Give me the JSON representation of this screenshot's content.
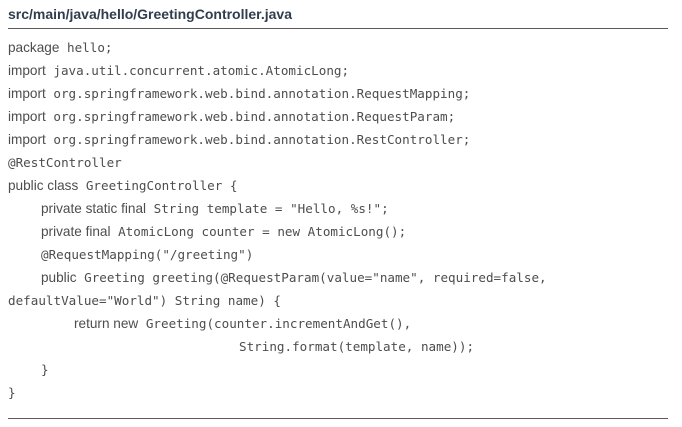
{
  "file": {
    "path": "src/main/java/hello/GreetingController.java"
  },
  "code": {
    "lines": [
      {
        "indent": 0,
        "kw": "package",
        "rest": " hello;"
      },
      {
        "indent": 0,
        "kw": "import",
        "rest": " java.util.concurrent.atomic.AtomicLong;"
      },
      {
        "indent": 0,
        "kw": "import",
        "rest": " org.springframework.web.bind.annotation.RequestMapping;"
      },
      {
        "indent": 0,
        "kw": "import",
        "rest": " org.springframework.web.bind.annotation.RequestParam;"
      },
      {
        "indent": 0,
        "kw": "import",
        "rest": " org.springframework.web.bind.annotation.RestController;"
      },
      {
        "indent": 0,
        "kw": "",
        "rest": "@RestController"
      },
      {
        "indent": 0,
        "kw": "public class",
        "rest": " GreetingController {"
      },
      {
        "indent": 1,
        "kw": "private static final",
        "rest": " String template = \"Hello, %s!\";"
      },
      {
        "indent": 1,
        "kw": "private final",
        "rest": " AtomicLong counter = new AtomicLong();"
      },
      {
        "indent": 1,
        "kw": "",
        "rest": "@RequestMapping(\"/greeting\")"
      },
      {
        "indent": 1,
        "kw": "public",
        "rest": " Greeting greeting(@RequestParam(value=\"name\", required=false,"
      },
      {
        "indent": 0,
        "kw": "",
        "rest": "defaultValue=\"World\") String name) {"
      },
      {
        "indent": 2,
        "kw": "return new",
        "rest": " Greeting(counter.incrementAndGet(),"
      },
      {
        "indent": 7,
        "kw": "",
        "rest": "String.format(template, name));"
      },
      {
        "indent": 1,
        "kw": "",
        "rest": "}"
      },
      {
        "indent": 0,
        "kw": "",
        "rest": "}"
      }
    ]
  }
}
